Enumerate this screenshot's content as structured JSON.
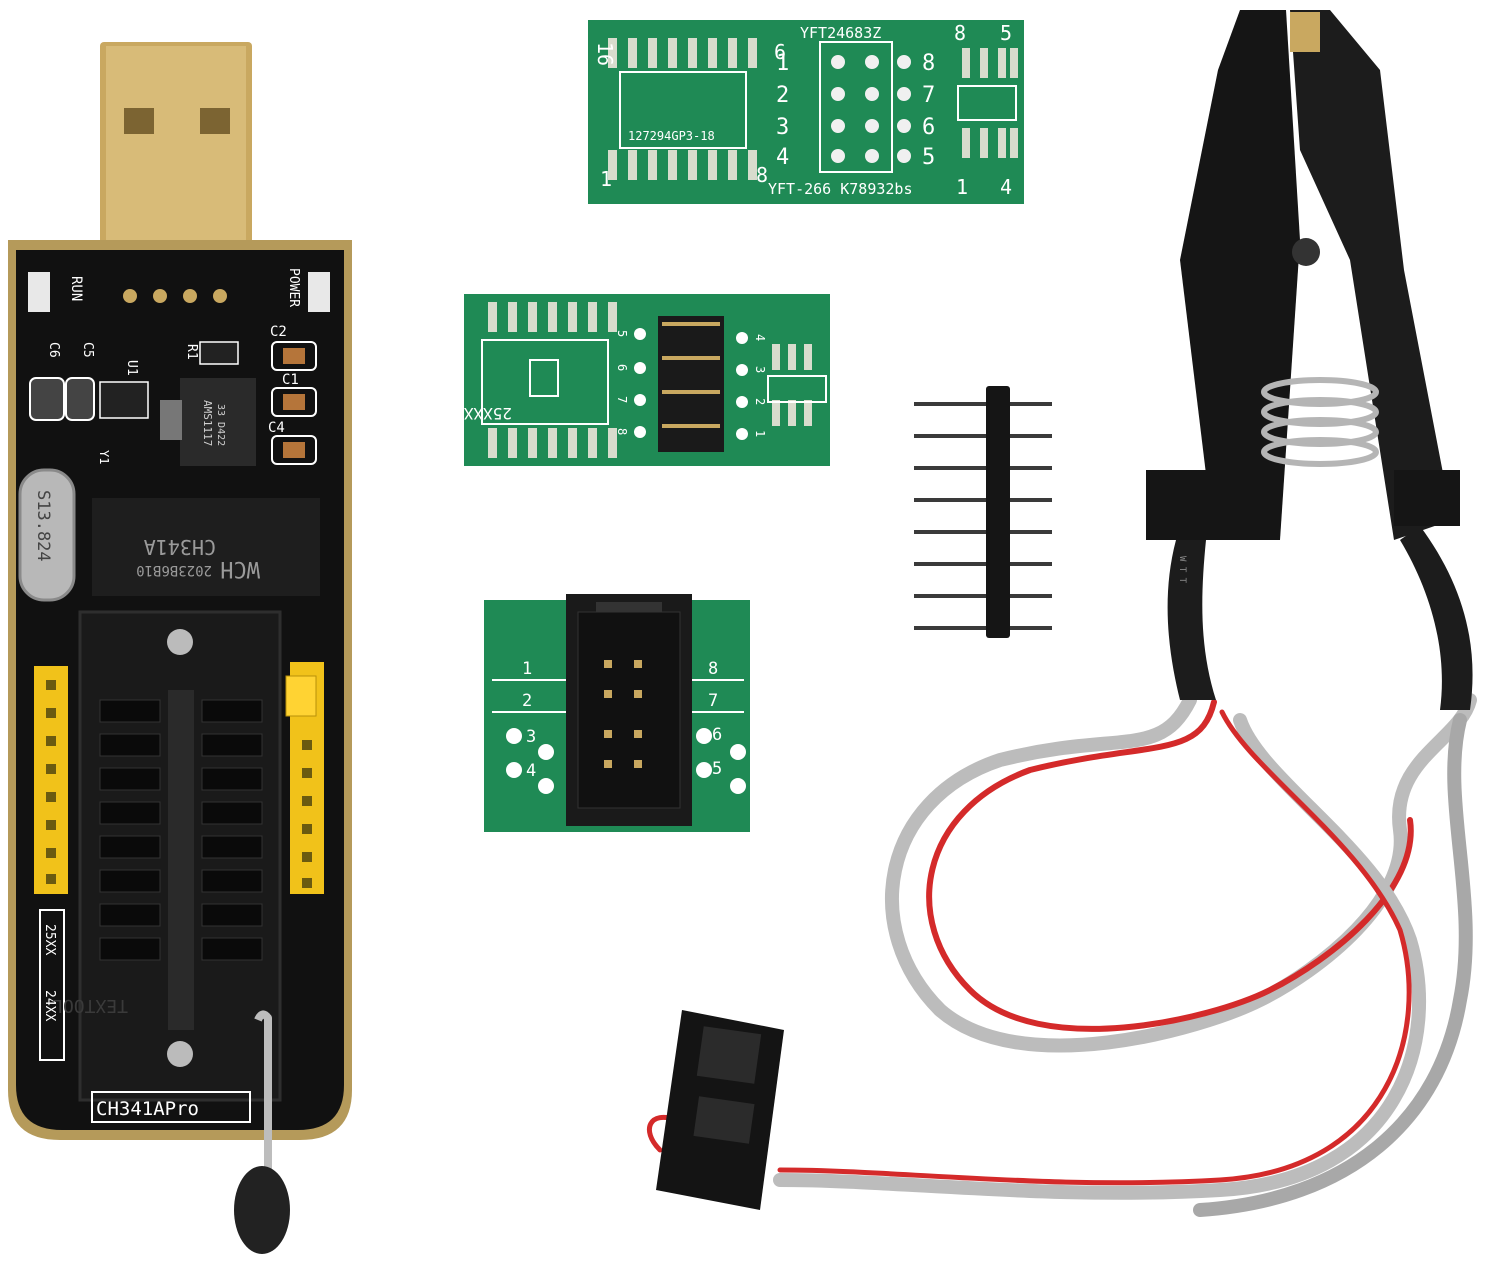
{
  "colors": {
    "background": "#ffffff",
    "programmer_board": "#111111",
    "board_gold_edge": "#b59a5a",
    "usb_gold": "#c9a860",
    "green_pcb": "#1f8a55",
    "silkscreen": "#ffffff",
    "header_yellow": "#f1c21a",
    "wire_red": "#d42a2a",
    "wire_gray": "#b8b8b8",
    "clip_black": "#151515"
  },
  "programmer": {
    "label_run": "RUN",
    "label_power": "POWER",
    "label_c2": "C2",
    "label_c1": "C1",
    "label_c4": "C4",
    "label_c5": "C5",
    "label_c6": "C6",
    "label_u1": "U1",
    "label_r1": "R1",
    "label_y1": "Y1",
    "regulator_text": "AMS1117",
    "regulator_sub": "33 D422",
    "crystal_text": "S13.824",
    "chip_text": "CH341A",
    "chip_sub": "2023B6B10",
    "chip_logo": "WCH",
    "label_25xx": "25XX",
    "label_24xx": "24XX",
    "zif_text": "TEXTOOL",
    "model_label": "CH341APro"
  },
  "adapter_top": {
    "label_16": "16",
    "label_9": "9",
    "label_1": "1",
    "label_8": "8",
    "code_top": "YFT24683Z",
    "chip_code": "127294GP3-18",
    "code_bottom": "YFT-266  K78932bs",
    "pin_rows": [
      {
        "left": "1",
        "right": "8"
      },
      {
        "left": "2",
        "right": "7"
      },
      {
        "left": "3",
        "right": "6"
      },
      {
        "left": "4",
        "right": "5"
      }
    ],
    "corner_8": "8",
    "corner_5": "5",
    "corner_1": "1",
    "corner_4": "4"
  },
  "adapter_middle": {
    "chip_label": "25XXX",
    "left_pins": [
      "5",
      "6",
      "7",
      "8"
    ],
    "right_pins": [
      "4",
      "3",
      "2",
      "1"
    ]
  },
  "adapter_bottom": {
    "left_pins": [
      "1",
      "2",
      "3",
      "4"
    ],
    "right_pins": [
      "8",
      "7",
      "6",
      "5"
    ]
  },
  "clip": {
    "marking": "W T T"
  }
}
